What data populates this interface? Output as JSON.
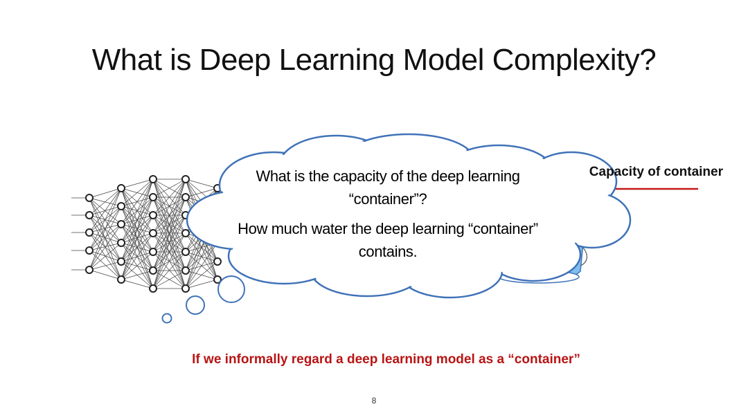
{
  "slide": {
    "title": "What is Deep Learning Model Complexity?",
    "cloud_question_1": "What is the capacity of the deep learning “container”?",
    "cloud_question_2": "How much water the deep learning “container” contains.",
    "container_label": "Capacity of container",
    "caption": "If we informally regard a deep learning model as a “container”",
    "page_number": "8"
  },
  "colors": {
    "cloud_outline": "#3f72b8",
    "caption": "#b81414",
    "underline": "#c41919",
    "container_water": "#7fbfee",
    "node_outline": "#222222"
  },
  "icons": {
    "thought_cloud": "thought-cloud-icon",
    "neural_network": "neural-network-icon",
    "container": "container-icon"
  }
}
